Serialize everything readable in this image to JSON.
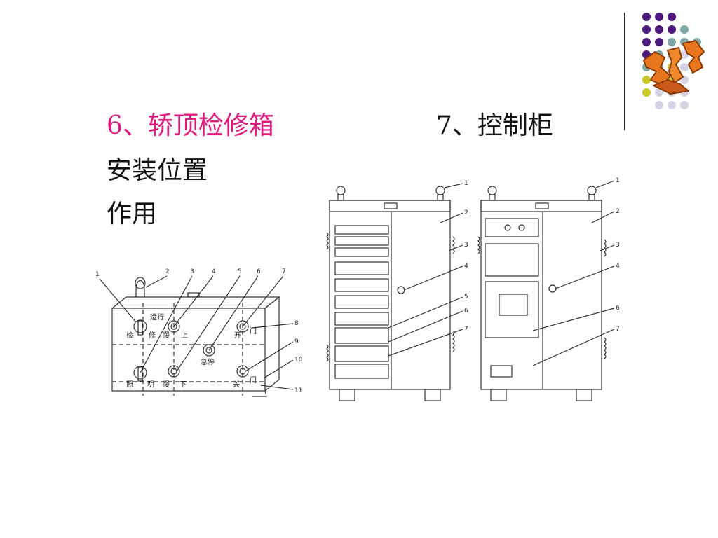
{
  "slide": {
    "title_left": "6、轿顶检修箱",
    "title_right": "7、控制柜",
    "items": [
      "安装位置",
      "作用"
    ]
  },
  "colors": {
    "accent_pink": "#e0197f",
    "dot_purple": "#4b1a7a",
    "dot_teal": "#7fa7a4",
    "dot_yellow": "#c8c82a",
    "dot_lavender": "#d6d3e6",
    "logo_orange": "#e8761e"
  },
  "fig_box": {
    "callouts": [
      "1",
      "2",
      "3",
      "4",
      "5",
      "6",
      "7",
      "8",
      "9",
      "10",
      "11"
    ],
    "labels": {
      "run": "运行",
      "inspect": "检",
      "repair": "修",
      "slow1": "慢",
      "up": "上",
      "open": "开",
      "door1": "门",
      "estop": "急停",
      "light1": "照",
      "light2": "明",
      "slow2": "慢",
      "down": "下",
      "close": "关",
      "door2": "门"
    }
  },
  "fig_cabinet": {
    "left_callouts": [
      "1",
      "2",
      "3",
      "4",
      "5",
      "6",
      "7"
    ],
    "right_callouts": [
      "1",
      "2",
      "3",
      "4",
      "6",
      "7"
    ]
  }
}
